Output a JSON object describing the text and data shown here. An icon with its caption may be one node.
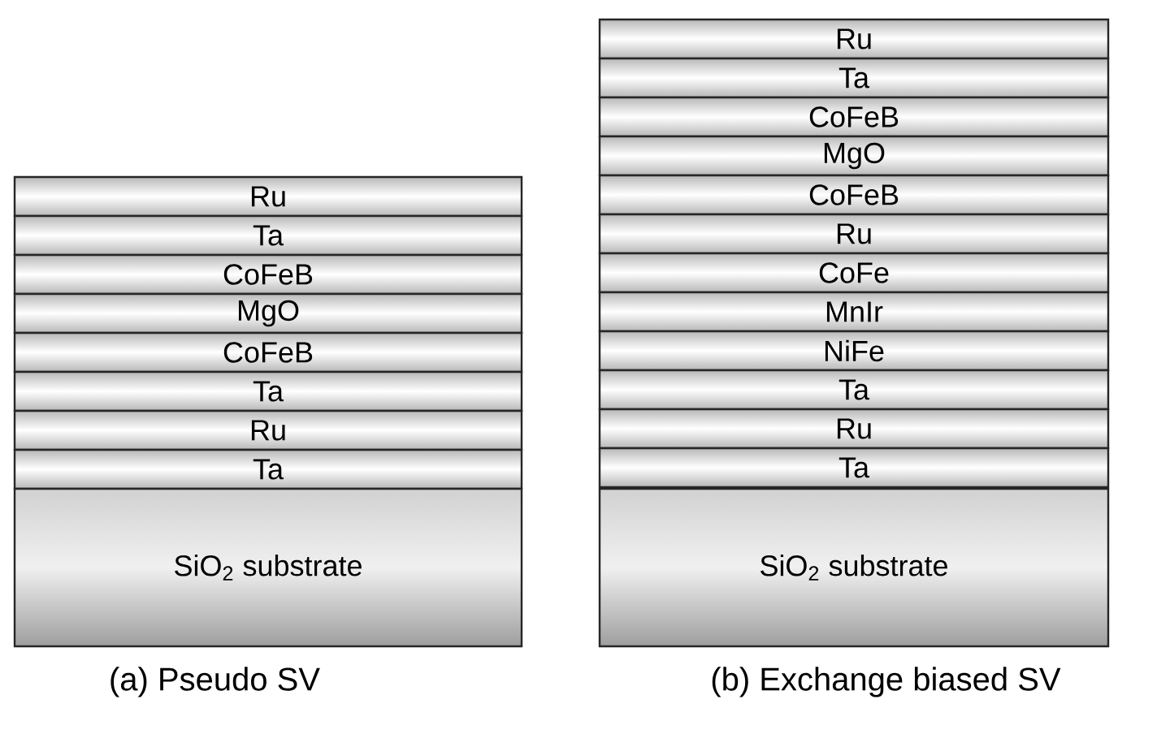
{
  "diagram": {
    "nodes": [
      {
        "text": [
          "Ru"
        ]
      },
      {
        "text": [
          "Ta"
        ]
      },
      {
        "text": [
          "CoFeB"
        ]
      },
      {
        "text": [
          "MgO"
        ]
      },
      {
        "text": [
          "CoFeB"
        ]
      },
      {
        "text": [
          "Ta"
        ]
      },
      {
        "text": [
          "Ru"
        ]
      },
      {
        "text": [
          "Ta"
        ]
      },
      {
        "text": [
          "SiO$_{2}$ substrate"
        ]
      },
      {
        "text": [
          "Ru"
        ]
      },
      {
        "text": [
          "Ta"
        ]
      },
      {
        "text": [
          "CoFeB"
        ]
      },
      {
        "text": [
          "MgO"
        ]
      },
      {
        "text": [
          "CoFeB"
        ]
      },
      {
        "text": [
          "Ru"
        ]
      },
      {
        "text": [
          "CoFe"
        ]
      },
      {
        "text": [
          "MnIr"
        ]
      },
      {
        "text": [
          "NiFe"
        ]
      },
      {
        "text": [
          "Ta"
        ]
      },
      {
        "text": [
          "Ru"
        ]
      },
      {
        "text": [
          "Ta"
        ]
      },
      {
        "text": [
          "SiO$_{2}$ substrate"
        ]
      }
    ],
    "labels": [
      "(a) Pseudo SV",
      "(b) Exchange biased SV"
    ]
  }
}
